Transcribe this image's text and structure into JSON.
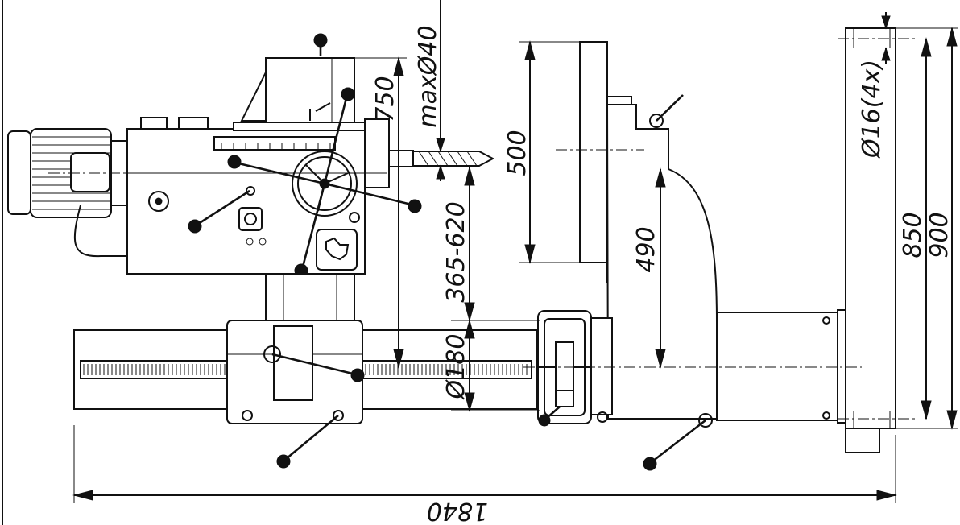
{
  "drawing": {
    "dimensions": {
      "height_750": "750",
      "max_drill_dia": "maxØ40",
      "travel_365_620": "365-620",
      "column_dia": "Ø180",
      "table_500": "500",
      "table_height_490": "490",
      "hole_dia": "Ø16(4x)",
      "base_850": "850",
      "base_900": "900",
      "overall_length": "1840"
    }
  }
}
